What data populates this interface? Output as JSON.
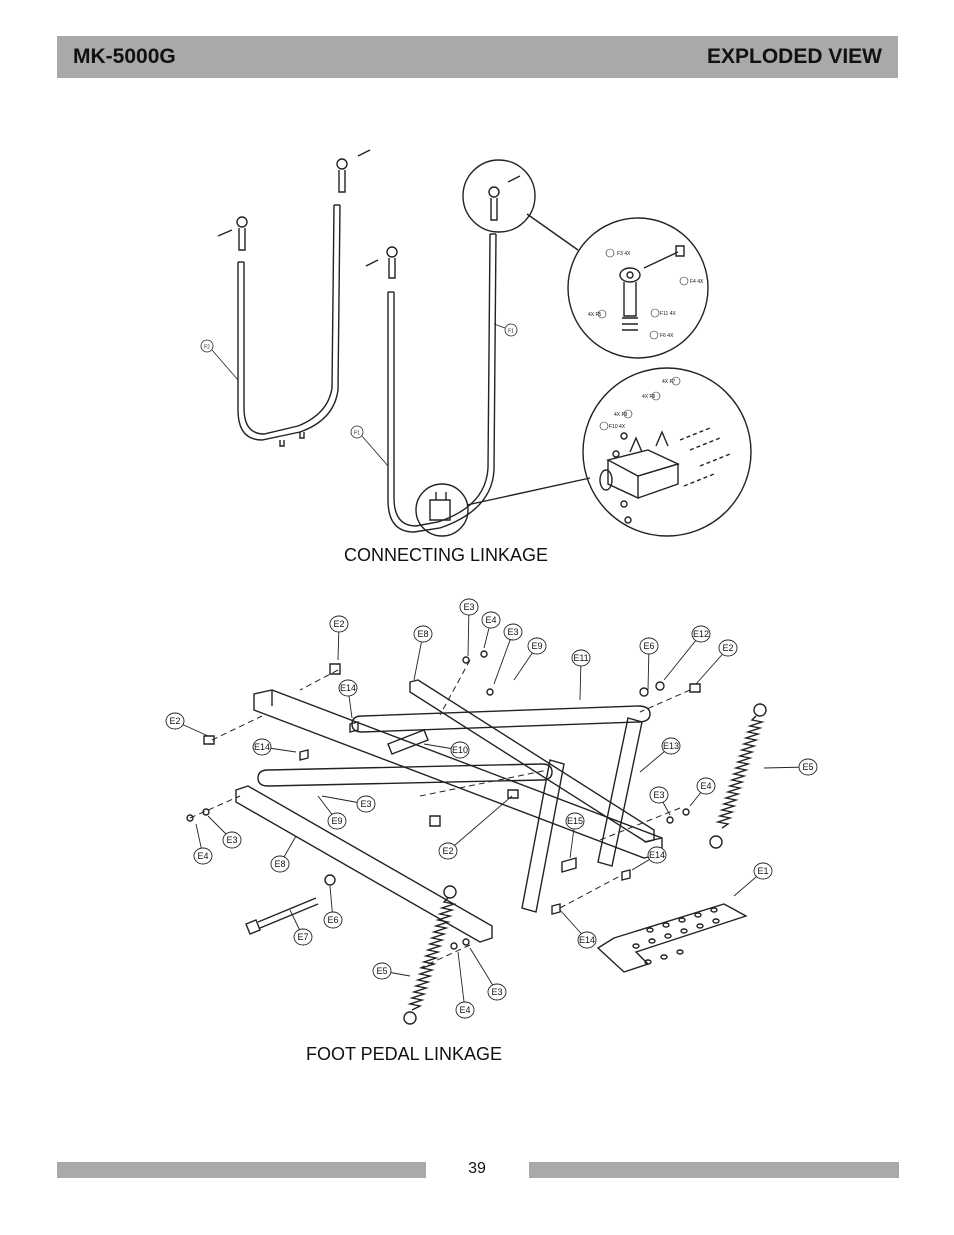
{
  "header": {
    "model": "MK-5000G",
    "section": "EXPLODED VIEW"
  },
  "connecting": {
    "caption": "CONNECTING LINKAGE",
    "callouts": [
      "F2",
      "F1",
      "F1"
    ],
    "detail_top": [
      "F3 4X",
      "F4 4X",
      "4X F5",
      "F11 4X",
      "F6 4X"
    ],
    "detail_bottom": [
      "4X F7",
      "4X F8",
      "4X F9",
      "F10 4X"
    ]
  },
  "foot": {
    "caption": "FOOT PEDAL LINKAGE",
    "callouts": [
      "E2",
      "E3",
      "E4",
      "E3",
      "E8",
      "E9",
      "E11",
      "E6",
      "E12",
      "E2",
      "E14",
      "E2",
      "E14",
      "E10",
      "E13",
      "E5",
      "E3",
      "E4",
      "E9",
      "E3",
      "E4",
      "E3",
      "E15",
      "E14",
      "E2",
      "E1",
      "E8",
      "E6",
      "E7",
      "E14",
      "E5",
      "E4",
      "E3"
    ]
  },
  "footer": {
    "page": "39"
  }
}
